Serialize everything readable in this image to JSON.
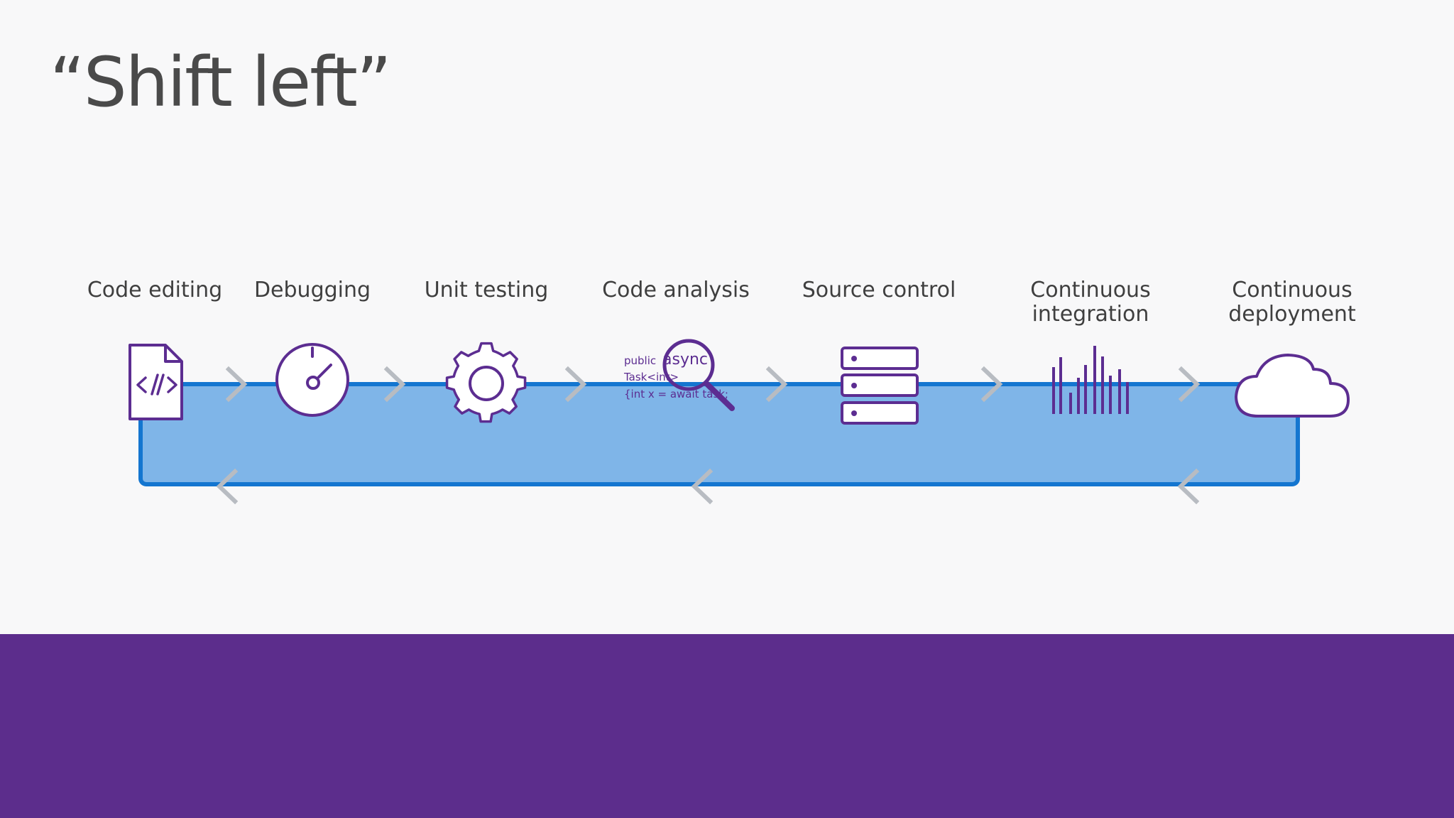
{
  "slide": {
    "title": "“Shift left”",
    "band_color": "#5c2d8c"
  },
  "stages": [
    {
      "label": "Code editing",
      "icon": "code-file-icon"
    },
    {
      "label": "Debugging",
      "icon": "gauge-icon"
    },
    {
      "label": "Unit testing",
      "icon": "gear-icon"
    },
    {
      "label": "Code analysis",
      "icon": "code-magnifier-icon"
    },
    {
      "label": "Source control",
      "icon": "server-stack-icon"
    },
    {
      "label": "Continuous\nintegration",
      "icon": "bar-signal-icon"
    },
    {
      "label": "Continuous\ndeployment",
      "icon": "cloud-icon"
    }
  ],
  "code_snippet": {
    "line1_small": "public",
    "line1_big": "async",
    "line2": "Task<int>",
    "line3": "{int x = await task;"
  },
  "colors": {
    "accent_purple": "#5c2d91",
    "loop_fill": "#7fb5e8",
    "loop_stroke": "#1476d0",
    "chevron": "#b8bcc2"
  }
}
